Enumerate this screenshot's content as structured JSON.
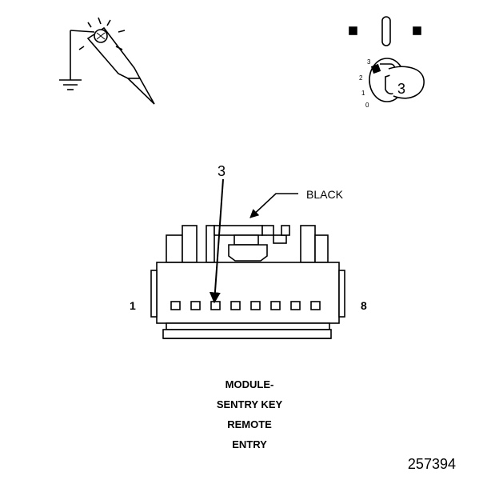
{
  "ignition": {
    "positions": [
      "3",
      "2",
      "1",
      "0"
    ],
    "key_label": "3"
  },
  "connector": {
    "pin_callout": "3",
    "color_callout": "BLACK",
    "pin_first": "1",
    "pin_last": "8",
    "pin_count": 8,
    "probed_pin": 3
  },
  "caption": {
    "lines": [
      "MODULE-",
      "SENTRY KEY",
      "REMOTE",
      "ENTRY"
    ]
  },
  "figure_number": "257394"
}
